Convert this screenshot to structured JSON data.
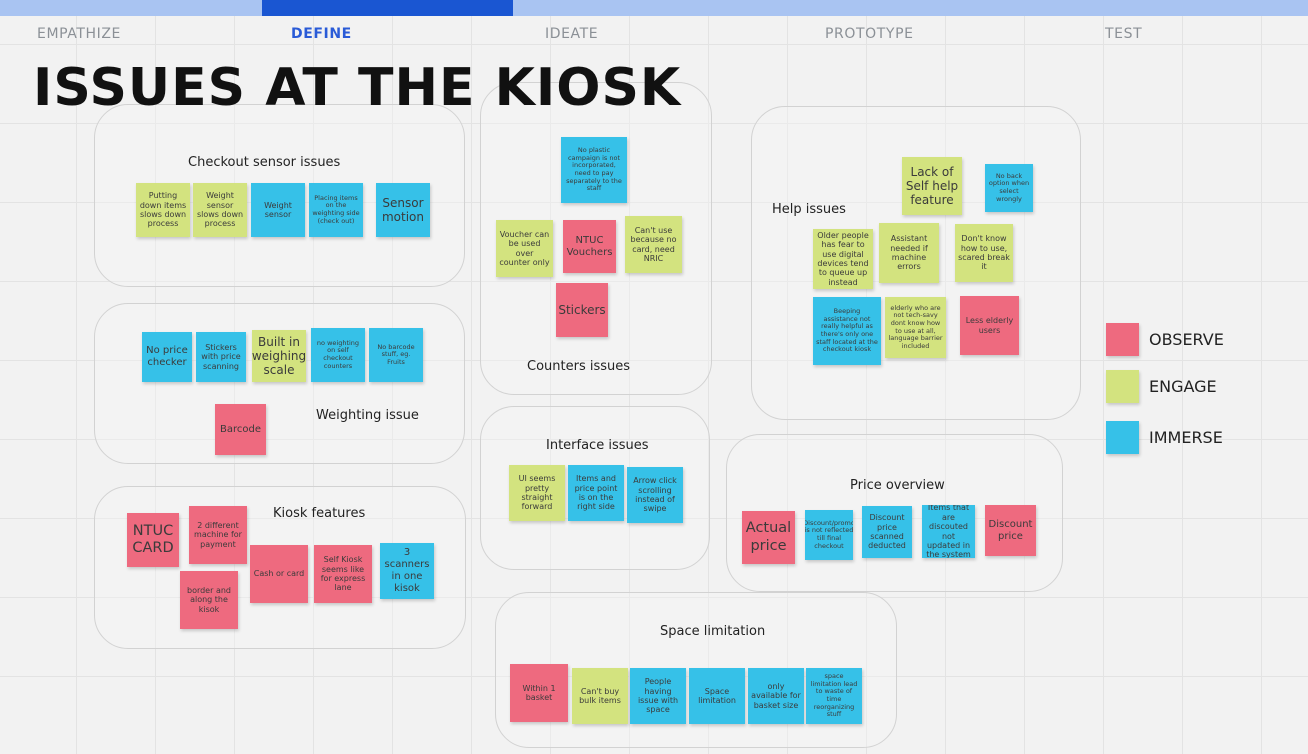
{
  "stage_bar": {
    "tabs": [
      {
        "label": "EMPATHIZE",
        "active": false
      },
      {
        "label": "DEFINE",
        "active": true
      },
      {
        "label": "IDEATE",
        "active": false
      },
      {
        "label": "PROTOTYPE",
        "active": false
      },
      {
        "label": "TEST",
        "active": false
      }
    ],
    "progress_inactive_color": "#a9c4f2",
    "progress_active_color": "#1a56d2"
  },
  "title": "ISSUES AT THE KIOSK",
  "clusters": {
    "checkout_sensor": {
      "label": "Checkout sensor issues",
      "notes": [
        "Putting down items slows down process",
        "Weight sensor slows down process",
        "Weight sensor",
        "Placing items on the weighting side (check out)",
        "Sensor motion"
      ]
    },
    "weighting": {
      "label": "Weighting issue",
      "notes": [
        "No price checker",
        "Stickers with price scanning",
        "Built in weighing scale",
        "no weighting on self checkout counters",
        "No barcode stuff, eg. Fruits",
        "Barcode"
      ]
    },
    "kiosk_features": {
      "label": "Kiosk features",
      "notes": [
        "NTUC CARD",
        "2 different machine for payment",
        "Cash or card",
        "Self Kiosk seems like for express lane",
        "3 scanners in one kisok",
        "border and along the kisok"
      ]
    },
    "counters": {
      "label": "Counters issues",
      "notes": [
        "No plastic campaign is not incorporated, need to pay separately to the staff",
        "Voucher can be used over counter only",
        "NTUC Vouchers",
        "Can't use because no card, need NRIC",
        "Stickers"
      ]
    },
    "interface": {
      "label": "Interface issues",
      "notes": [
        "UI seems pretty straight forward",
        "Items and price point is on the right side",
        "Arrow click scrolling instead of swipe"
      ]
    },
    "space": {
      "label": "Space limitation",
      "notes": [
        "Within 1 basket",
        "Can't buy bulk items",
        "People having issue with space",
        "Space limitation",
        "only available for basket size",
        "space limitation lead to waste of time reorganizing stuff"
      ]
    },
    "help": {
      "label": "Help issues",
      "notes": [
        "Lack of Self help feature",
        "No back option when select wrongly",
        "Older people has fear to use digital devices tend to queue up instead",
        "Assistant needed if machine errors",
        "Don't know how to use, scared break it",
        "Beeping assistance not really helpful as there's only one staff located at the checkout kiosk",
        "elderly who are not tech-savy dont know how to use at all, language barrier included",
        "Less elderly users"
      ]
    },
    "price": {
      "label": "Price overview",
      "notes": [
        "Actual price",
        "Discount/promo is not reflected till final checkout",
        "Discount price scanned deducted",
        "Items that are discouted not updated in the system",
        "Discount price"
      ]
    }
  },
  "legend": [
    {
      "label": "OBSERVE",
      "color": "#ee6a7f"
    },
    {
      "label": "ENGAGE",
      "color": "#d3e37f"
    },
    {
      "label": "IMMERSE",
      "color": "#36c1e8"
    }
  ]
}
